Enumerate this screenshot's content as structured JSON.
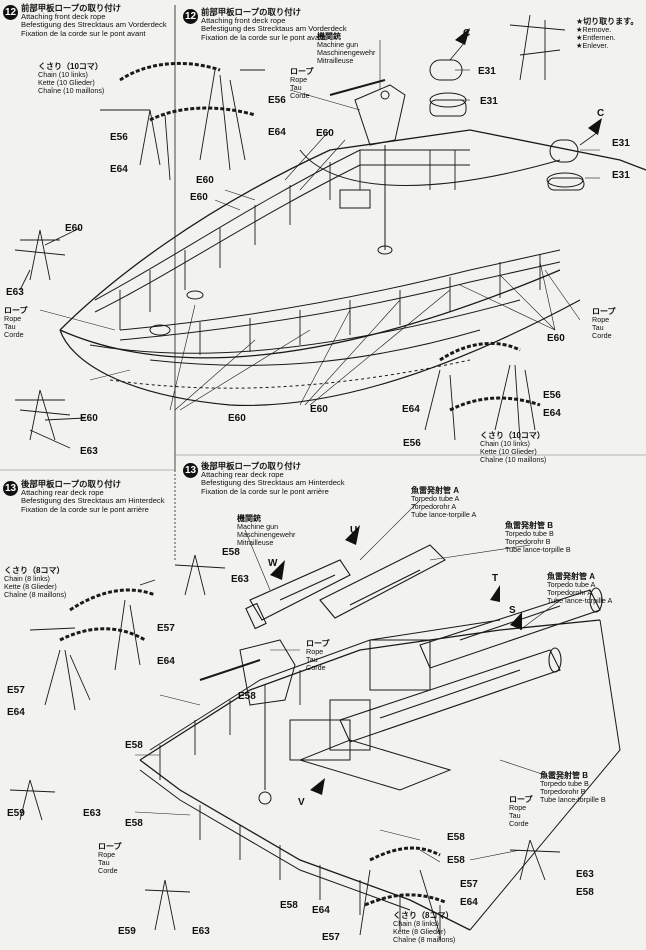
{
  "step12": {
    "number": "12",
    "title_jp": "前部甲板ロープの取り付け",
    "title_en": "Attaching front deck rope",
    "title_de": "Befestigung des Strecktaus am Vorderdeck",
    "title_fr": "Fixation de la corde sur le pont avant",
    "chain_jp": "くさり（10コマ）",
    "chain_en": "Chain (10 links)",
    "chain_de": "Kette (10 Glieder)",
    "chain_fr": "Chaîne (10 maillons)",
    "mg_jp": "機関銃",
    "mg_en": "Machine gun",
    "mg_de": "Maschinengewehr",
    "mg_fr": "Mitrailleuse",
    "rope_jp": "ロープ",
    "rope_en": "Rope",
    "rope_de": "Tau",
    "rope_fr": "Corde",
    "remove_jp": "★切り取ります。",
    "remove_en": "★Remove.",
    "remove_de": "★Entfernen.",
    "remove_fr": "★Enlever."
  },
  "step13": {
    "number": "13",
    "title_jp": "後部甲板ロープの取り付け",
    "title_en": "Attaching rear deck rope",
    "title_de": "Befestigung des Strecktaus am Hinterdeck",
    "title_fr": "Fixation de la corde sur le pont arrière",
    "chain_jp": "くさり（8コマ）",
    "chain_en": "Chain (8 links)",
    "chain_de": "Kette (8 Glieder)",
    "chain_fr": "Chaîne (8 maillons)",
    "torpA_jp": "魚雷発射管 A",
    "torpA_en": "Torpedo tube A",
    "torpA_de": "Torpedorohr A",
    "torpA_fr": "Tube lance-torpille A",
    "torpB_jp": "魚雷発射管 B",
    "torpB_en": "Torpedo tube B",
    "torpB_de": "Torpedorohr B",
    "torpB_fr": "Tube lance-torpille B"
  },
  "parts": {
    "E31": "E31",
    "E56": "E56",
    "E57": "E57",
    "E58": "E58",
    "E59": "E59",
    "E60": "E60",
    "E63": "E63",
    "E64": "E64",
    "C": "C",
    "S": "S",
    "T": "T",
    "U": "U",
    "V": "V",
    "W": "W"
  }
}
